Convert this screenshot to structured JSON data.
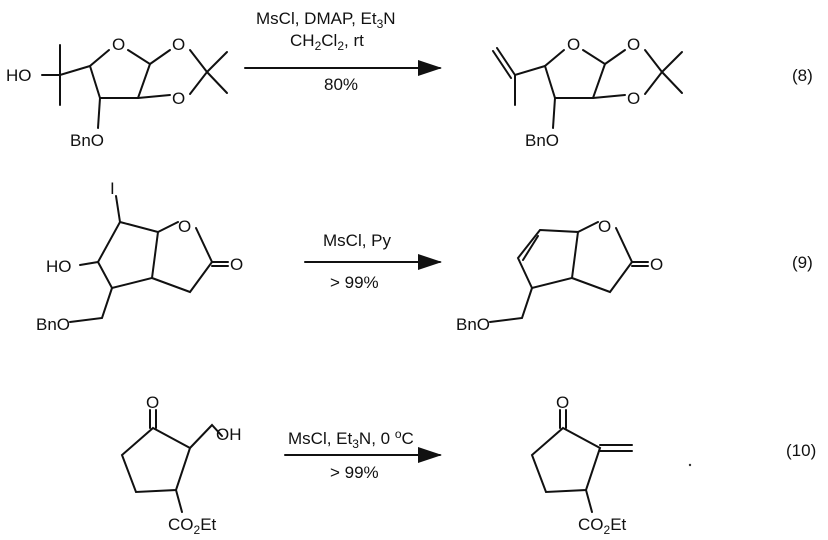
{
  "reactions": [
    {
      "number": "(8)",
      "conditions": {
        "l1a": "MsCl, DMAP, Et",
        "l1b": "3",
        "l1c": "N",
        "l2a": "CH",
        "l2b": "2",
        "l2c": "Cl",
        "l2d": "2",
        "l2e": ", rt"
      },
      "yield": "80%",
      "reactant_labels": {
        "ho": "HO",
        "o_ring": "O",
        "o1": "O",
        "o2": "O",
        "bno": "BnO"
      },
      "product_labels": {
        "o_ring": "O",
        "o1": "O",
        "o2": "O",
        "bno": "BnO"
      }
    },
    {
      "number": "(9)",
      "conditions": {
        "l1": "MsCl, Py"
      },
      "yield": "> 99%",
      "reactant_labels": {
        "i": "I",
        "ho": "HO",
        "o_ring": "O",
        "o_keto": "O",
        "bno": "BnO"
      },
      "product_labels": {
        "o_ring": "O",
        "o_keto": "O",
        "bno": "BnO"
      }
    },
    {
      "number": "(10)",
      "conditions": {
        "l1a": "MsCl, Et",
        "l1b": "3",
        "l1c": "N, 0 ",
        "l1d": "o",
        "l1e": "C"
      },
      "yield": "> 99%",
      "reactant_labels": {
        "o": "O",
        "oh": "OH",
        "co2et_a": "CO",
        "co2et_b": "2",
        "co2et_c": "Et"
      },
      "product_labels": {
        "o": "O",
        "co2et_a": "CO",
        "co2et_b": "2",
        "co2et_c": "Et"
      }
    }
  ]
}
